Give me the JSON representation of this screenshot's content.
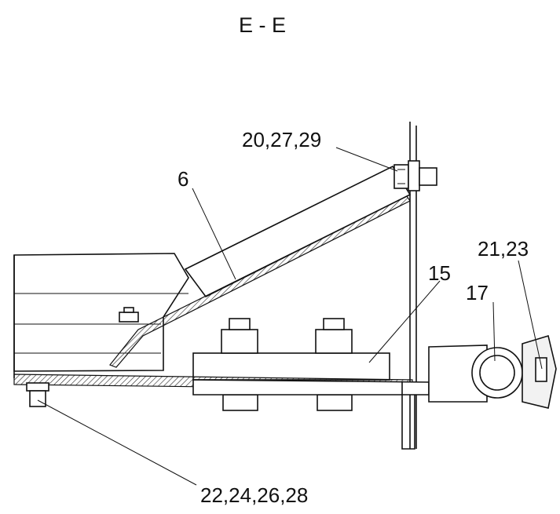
{
  "section_title": "E - E",
  "callouts": {
    "c_20_27_29": "20,27,29",
    "c_6": "6",
    "c_21_23": "21,23",
    "c_15": "15",
    "c_17": "17",
    "c_22_24_26_28": "22,24,26,28"
  }
}
